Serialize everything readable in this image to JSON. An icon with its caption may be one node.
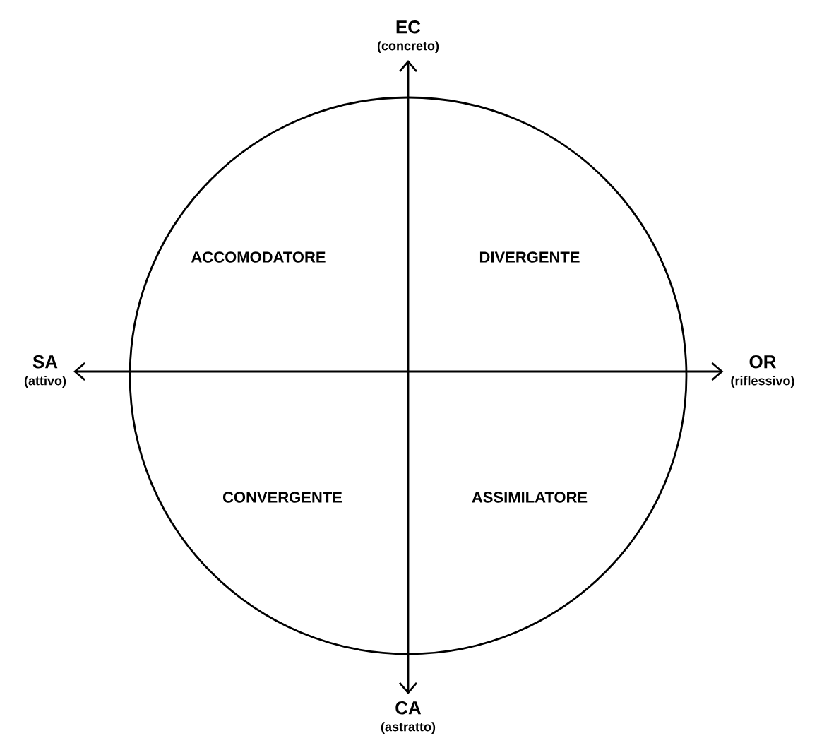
{
  "diagram": {
    "nodes": [
      {
        "text": [
          "EC",
          "(concreto)"
        ]
      },
      {
        "text": [
          "SA",
          "(attivo)"
        ]
      },
      {
        "text": [
          "OR",
          "(riflessivo)"
        ]
      },
      {
        "text": [
          "CA",
          "(astratto)"
        ]
      }
    ],
    "edges": [
      {
        "from": 1,
        "to": 2,
        "arrow": "both"
      },
      {
        "from": 0,
        "to": 3,
        "arrow": "both"
      }
    ],
    "labels": [
      "ACCOMODATORE",
      "DIVERGENTE",
      "CONVERGENTE",
      "ASSIMILATORE"
    ]
  }
}
